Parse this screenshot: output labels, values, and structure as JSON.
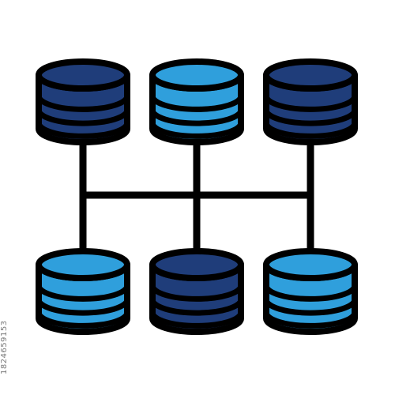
{
  "icon": {
    "name": "distributed-database-network-icon",
    "colors": {
      "outline": "#000000",
      "dark_blue": "#1f3d7a",
      "light_blue": "#2f9fdc",
      "background": "#ffffff"
    },
    "databases": [
      {
        "name": "database-top-left",
        "shade": "dark_blue"
      },
      {
        "name": "database-top-middle",
        "shade": "light_blue"
      },
      {
        "name": "database-top-right",
        "shade": "dark_blue"
      },
      {
        "name": "database-bottom-left",
        "shade": "light_blue"
      },
      {
        "name": "database-bottom-middle",
        "shade": "dark_blue"
      },
      {
        "name": "database-bottom-right",
        "shade": "light_blue"
      }
    ]
  },
  "stock_id": "1824659153"
}
